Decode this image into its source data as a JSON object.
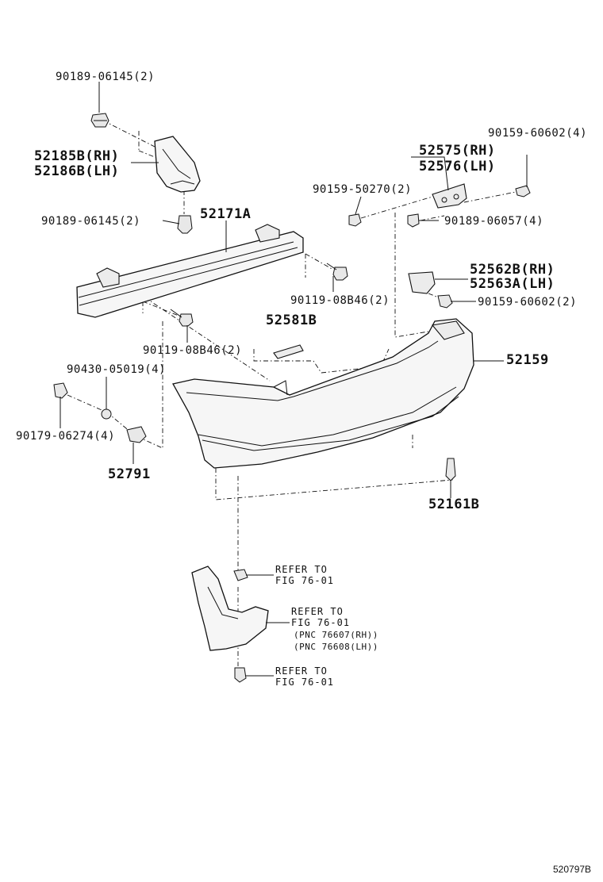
{
  "labels": {
    "p90189_06145_top": "90189-06145(2)",
    "p52185b": "52185B(RH)",
    "p52186b": "52186B(LH)",
    "p90189_06145_mid": "90189-06145(2)",
    "p52171a": "52171A",
    "p90159_60602_top": "90159-60602(4)",
    "p52575": "52575(RH)",
    "p52576": "52576(LH)",
    "p90159_50270": "90159-50270(2)",
    "p90189_06057": "90189-06057(4)",
    "p52562b": "52562B(RH)",
    "p52563a": "52563A(LH)",
    "p90119_08b46_r": "90119-08B46(2)",
    "p90159_60602_mid": "90159-60602(2)",
    "p52581b": "52581B",
    "p90119_08b46_l": "90119-08B46(2)",
    "p52159": "52159",
    "p90430_05019": "90430-05019(4)",
    "p90179_06274": "90179-06274(4)",
    "p52791": "52791",
    "p52161b": "52161B"
  },
  "references": {
    "ref1_line1": "REFER TO",
    "ref1_line2": "FIG 76-01",
    "ref2_line1": "REFER TO",
    "ref2_line2": "FIG 76-01",
    "ref2_pnc1": "(PNC 76607(RH))",
    "ref2_pnc2": "(PNC 76608(LH))",
    "ref3_line1": "REFER TO",
    "ref3_line2": "FIG 76-01"
  },
  "figure_code": "520797B"
}
